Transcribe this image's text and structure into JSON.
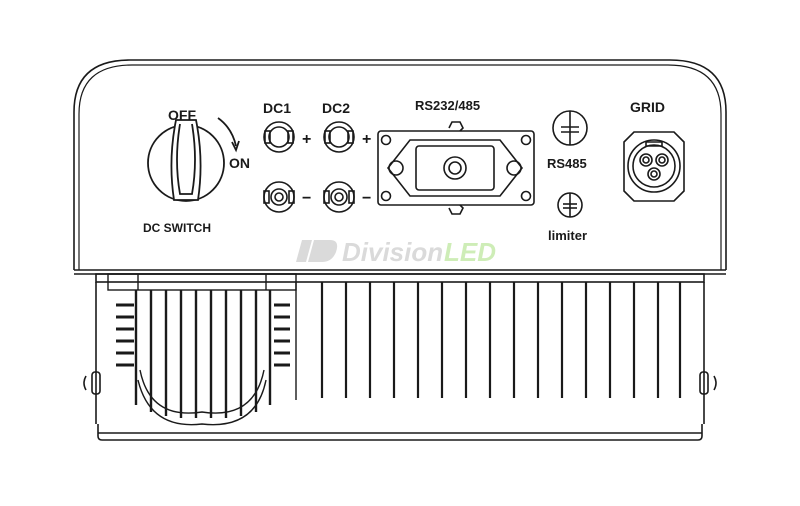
{
  "diagram": {
    "subject": "Solar inverter bottom connection panel",
    "colors": {
      "line": "#1a1a1a",
      "background": "#ffffff",
      "watermark_gray": "#d6d6d6",
      "watermark_green": "#c9ecb0"
    }
  },
  "dc_switch": {
    "label": "DC SWITCH",
    "off_label": "OFF",
    "on_label": "ON"
  },
  "dc_inputs": {
    "dc1_label": "DC1",
    "dc2_label": "DC2",
    "plus_sign": "+",
    "minus_sign": "−"
  },
  "comm_port": {
    "label": "RS232/485"
  },
  "small_ports": [
    {
      "label": "RS485"
    },
    {
      "label": "limiter"
    }
  ],
  "grid_port": {
    "label": "GRID"
  },
  "watermark": {
    "brand_gray": "Division",
    "brand_green": "LED"
  }
}
